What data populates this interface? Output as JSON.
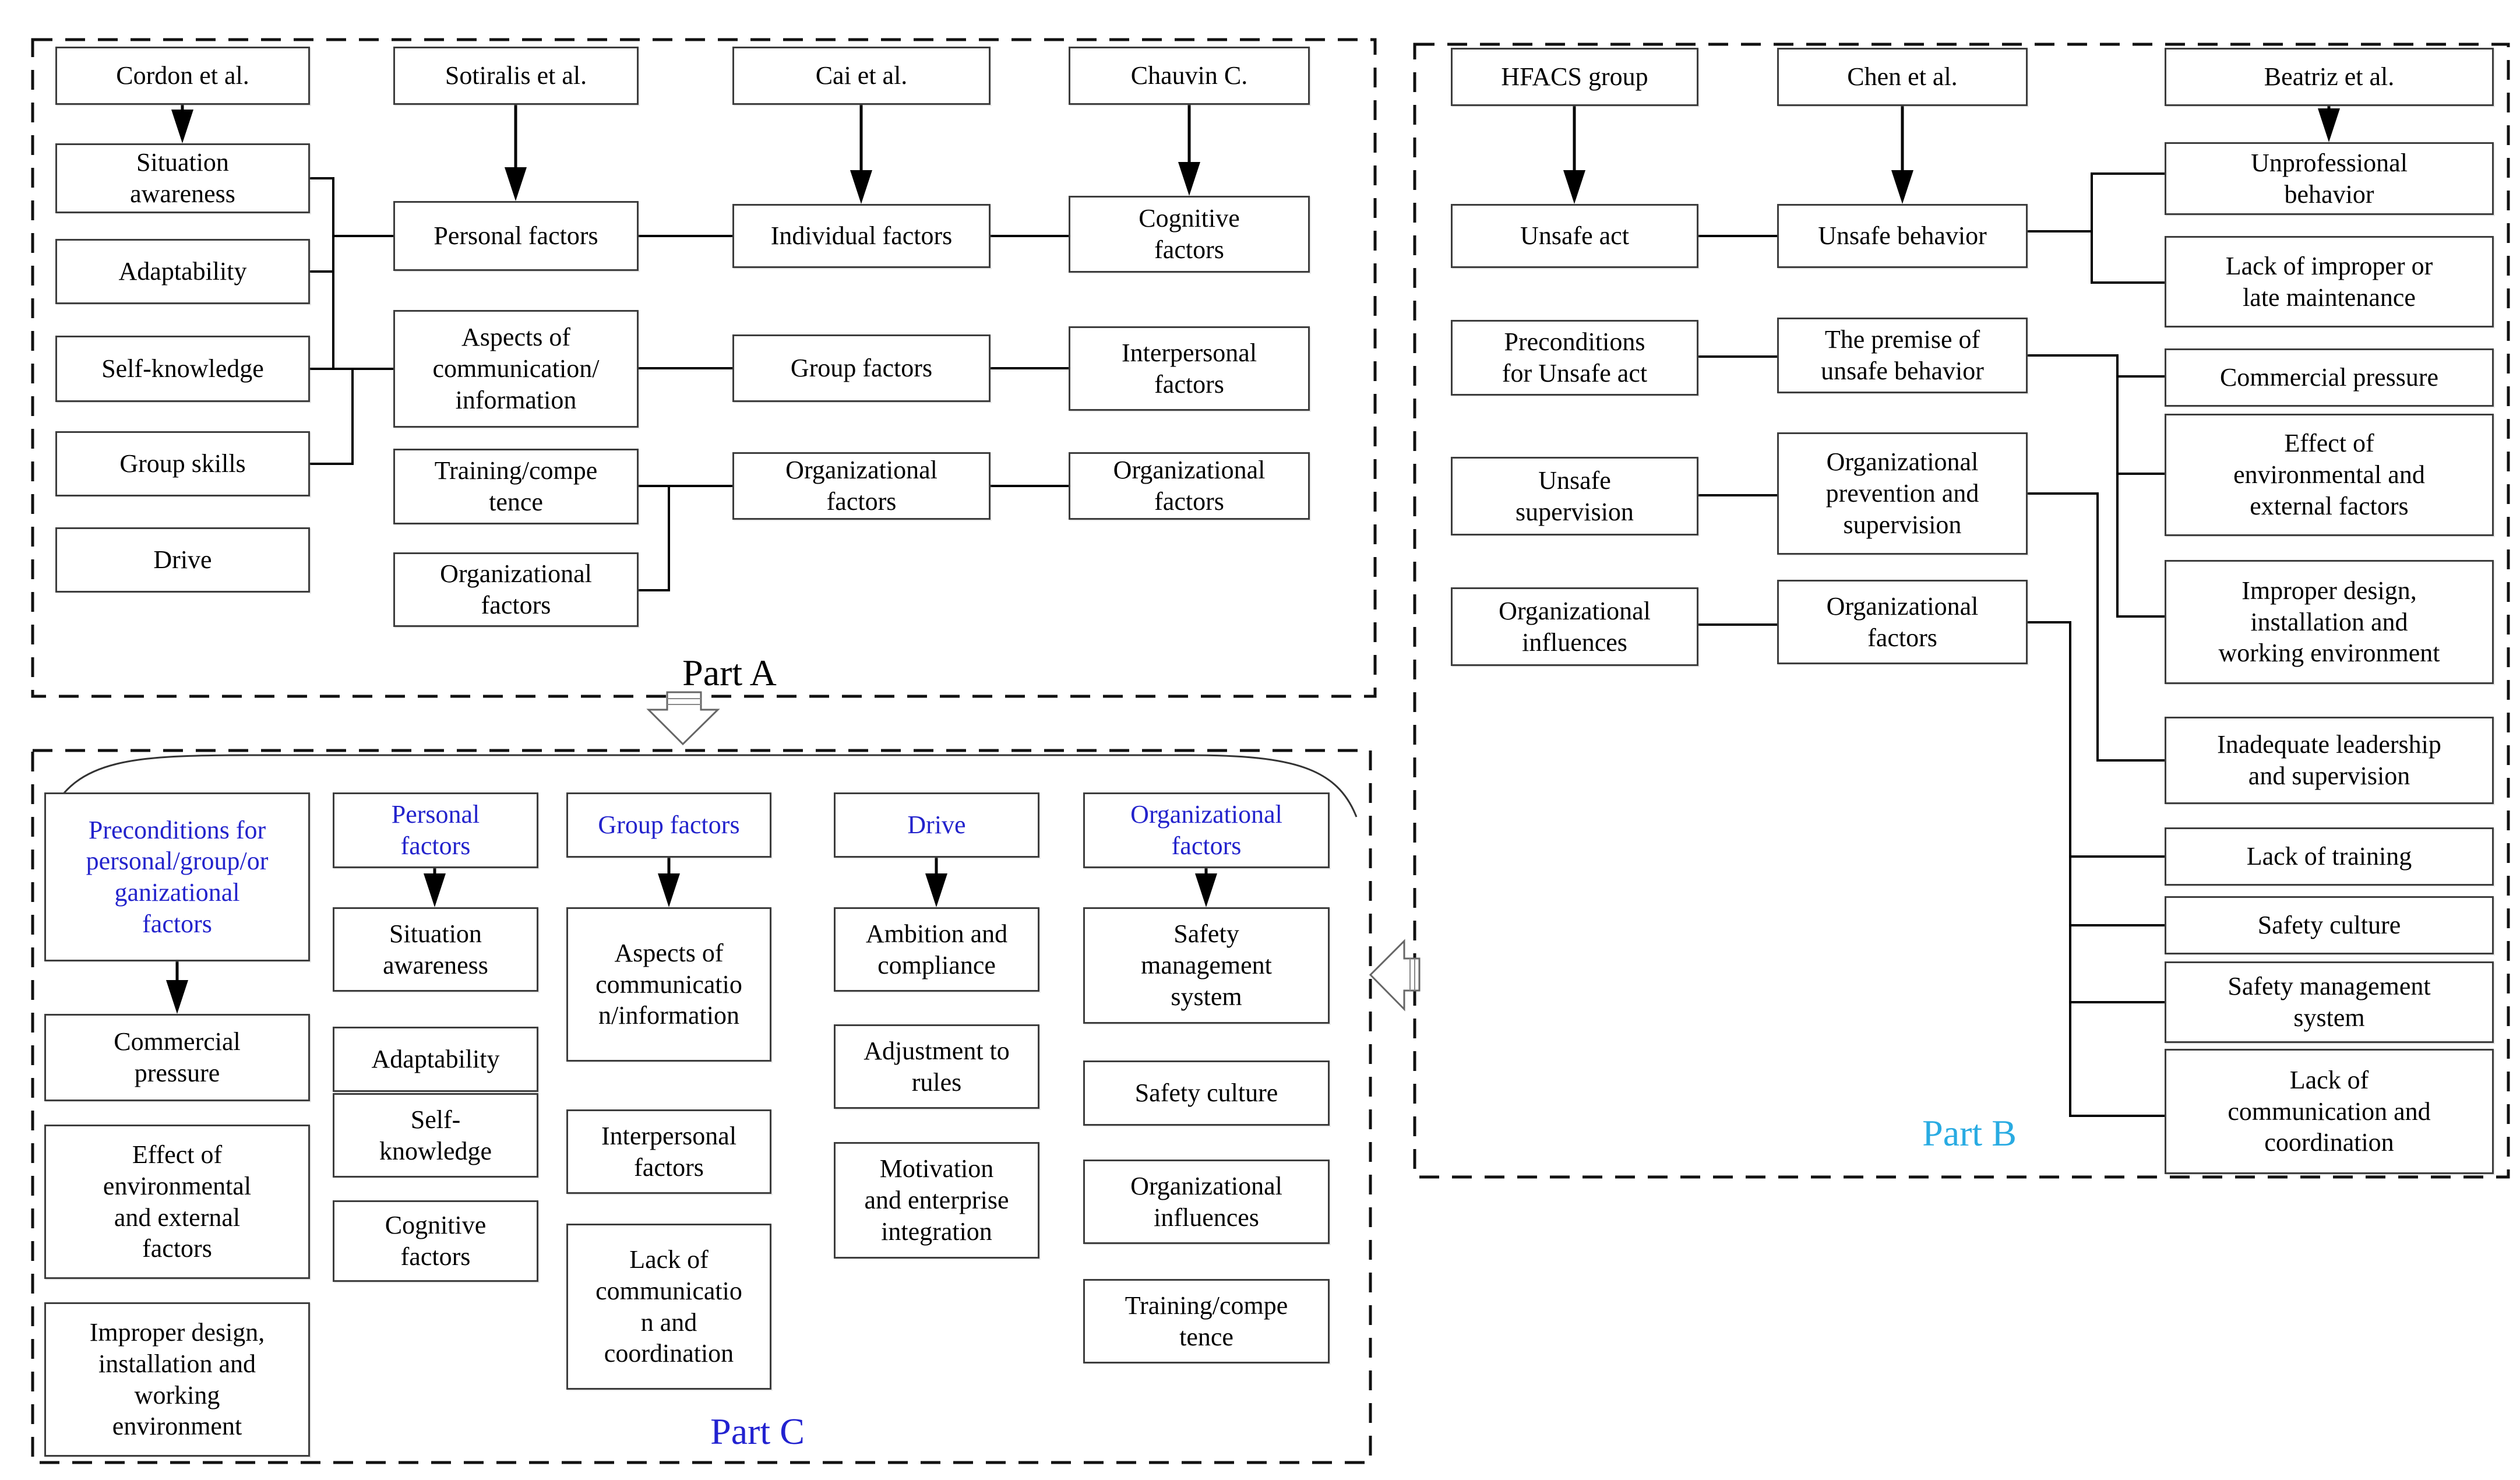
{
  "labels": {
    "part_a": "Part A",
    "part_b": "Part B",
    "part_c": "Part C"
  },
  "colors": {
    "box_border": "#3d3d3d",
    "connector_line": "#000000",
    "dashed_boundary": "#111111",
    "blue_header_text": "#2323CC",
    "part_b_label": "#29ABE2",
    "part_c_label": "#2222D0"
  },
  "nodes": {
    "a_author_cordon": "Cordon et al.",
    "a_situation": "Situation\nawareness",
    "a_adaptability": "Adaptability",
    "a_self_knowledge": "Self-knowledge",
    "a_group_skills": "Group skills",
    "a_drive": "Drive",
    "a_author_sotiralis": "Sotiralis et al.",
    "a_personal": "Personal factors",
    "a_aspects": "Aspects of\ncommunication/\ninformation",
    "a_training": "Training/compe\ntence",
    "a_org_sotiralis": "Organizational\nfactors",
    "a_author_cai": "Cai et al.",
    "a_individual": "Individual factors",
    "a_group_cai": "Group factors",
    "a_org_cai": "Organizational\nfactors",
    "a_author_chauvin": "Chauvin C.",
    "a_cognitive": "Cognitive\nfactors",
    "a_interpersonal": "Interpersonal\nfactors",
    "a_org_chauvin": "Organizational\nfactors",
    "b_author_hfacs": "HFACS group",
    "b_unsafe_act": "Unsafe act",
    "b_precond": "Preconditions\nfor Unsafe act",
    "b_unsafe_sup": "Unsafe\nsupervision",
    "b_org_influences": "Organizational\ninfluences",
    "b_author_chen": "Chen et al.",
    "b_unsafe_behavior": "Unsafe behavior",
    "b_premise": "The premise of\nunsafe behavior",
    "b_org_prevention": "Organizational\nprevention and\nsupervision",
    "b_org_factors": "Organizational\nfactors",
    "b_author_beatriz": "Beatriz et al.",
    "b_unprofessional": "Unprofessional\nbehavior",
    "b_lack_maintenance": "Lack of improper or\nlate maintenance",
    "b_commercial": "Commercial pressure",
    "b_effect_env": "Effect of\nenvironmental and\nexternal factors",
    "b_improper_design": "Improper design,\ninstallation and\nworking environment",
    "b_inadequate": "Inadequate leadership\nand supervision",
    "b_lack_training": "Lack of training",
    "b_safety_culture": "Safety culture",
    "b_safety_mgmt": "Safety management\nsystem",
    "b_lack_comm": "Lack of\ncommunication and\ncoordination",
    "c_precond_hdr": "Preconditions for\npersonal/group/or\nganizational\nfactors",
    "c_commercial": "Commercial\npressure",
    "c_effect_env": "Effect of\nenvironmental\nand external\nfactors",
    "c_improper": "Improper design,\ninstallation and\nworking\nenvironment",
    "c_personal_hdr": "Personal\nfactors",
    "c_situation": "Situation\nawareness",
    "c_adaptability": "Adaptability",
    "c_self_knowledge": "Self-\nknowledge",
    "c_cognitive": "Cognitive\nfactors",
    "c_group_hdr": "Group factors",
    "c_aspects": "Aspects of\ncommunicatio\nn/information",
    "c_interpersonal": "Interpersonal\nfactors",
    "c_lack_comm": "Lack of\ncommunicatio\nn and\ncoordination",
    "c_drive_hdr": "Drive",
    "c_ambition": "Ambition and\ncompliance",
    "c_adjustment": "Adjustment to\nrules",
    "c_motivation": "Motivation\nand enterprise\nintegration",
    "c_org_hdr": "Organizational\nfactors",
    "c_safety_mgmt": "Safety\nmanagement\nsystem",
    "c_safety_culture": "Safety culture",
    "c_org_influences": "Organizational\ninfluences",
    "c_training": "Training/compe\ntence"
  }
}
